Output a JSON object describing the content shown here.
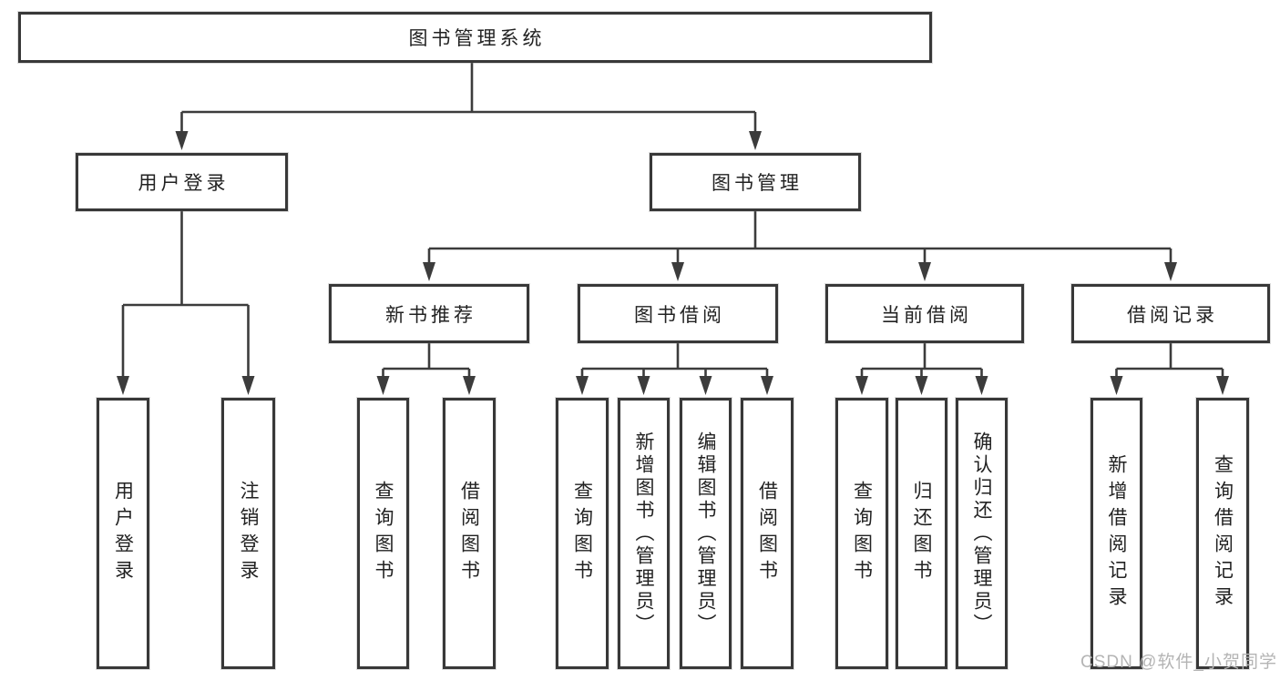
{
  "theme": {
    "line": "#3c3c3c",
    "border": "#383838",
    "text": "#222222",
    "background": "#ffffff",
    "watermark": "#b4b4b4"
  },
  "tree": {
    "label": "图书管理系统",
    "children": [
      {
        "label": "用户登录",
        "children": [
          {
            "label": "用户登录"
          },
          {
            "label": "注销登录"
          }
        ]
      },
      {
        "label": "图书管理",
        "children": [
          {
            "label": "新书推荐",
            "children": [
              {
                "label": "查询图书"
              },
              {
                "label": "借阅图书"
              }
            ]
          },
          {
            "label": "图书借阅",
            "children": [
              {
                "label": "查询图书"
              },
              {
                "label": "新增图书（管理员）"
              },
              {
                "label": "编辑图书（管理员）"
              },
              {
                "label": "借阅图书"
              }
            ]
          },
          {
            "label": "当前借阅",
            "children": [
              {
                "label": "查询图书"
              },
              {
                "label": "归还图书"
              },
              {
                "label": "确认归还（管理员）"
              }
            ]
          },
          {
            "label": "借阅记录",
            "children": [
              {
                "label": "新增借阅记录"
              },
              {
                "label": "查询借阅记录"
              }
            ]
          }
        ]
      }
    ]
  },
  "watermark": {
    "text": "CSDN @软件_小贺同学"
  }
}
